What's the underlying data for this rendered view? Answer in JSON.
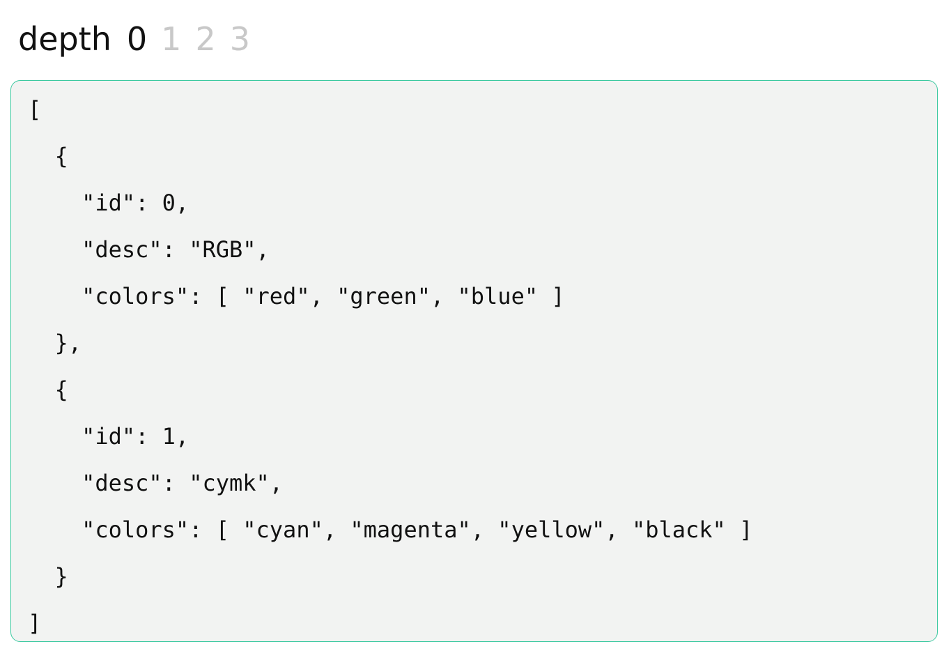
{
  "header": {
    "label": "depth",
    "options": [
      "0",
      "1",
      "2",
      "3"
    ],
    "selected_index": 0
  },
  "colors": {
    "border": "#3cc9a0",
    "background": "#f2f3f2",
    "active_text": "#111111",
    "inactive_text": "#c8c8c8"
  },
  "code": {
    "lines": [
      "[",
      "  {",
      "    \"id\": 0,",
      "    \"desc\": \"RGB\",",
      "    \"colors\": [ \"red\", \"green\", \"blue\" ]",
      "  },",
      "  {",
      "    \"id\": 1,",
      "    \"desc\": \"cymk\",",
      "    \"colors\": [ \"cyan\", \"magenta\", \"yellow\", \"black\" ]",
      "  }",
      "]"
    ]
  }
}
